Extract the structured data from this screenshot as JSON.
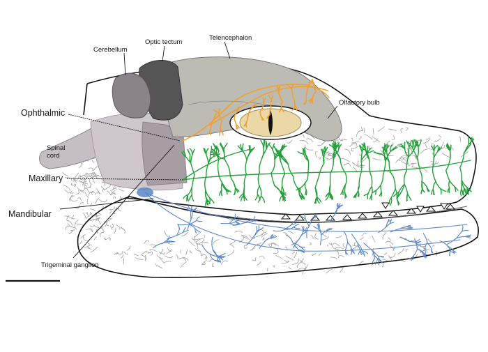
{
  "labels": {
    "cerebellum": "Cerebellum",
    "optic_tectum": "Optic tectum",
    "telencephalon": "Telencephalon",
    "olfactory_bulb": "Olfactory bulb",
    "ophthalmic": "Ophthalmic",
    "spinal_cord": "Spinal cord",
    "maxillary": "Maxillary",
    "mandibular": "Mandibular",
    "trigeminal_ganglion": "Trigeminal ganglion"
  },
  "colors": {
    "ophthalmic_branch": "#f0a030",
    "maxillary_branch": "#22a03a",
    "mandibular_branch": "#5b86c9",
    "brain_light": "#bcbcb4",
    "brain_mid": "#8a8388",
    "brain_dark": "#555555",
    "ganglion": "#a79ea4",
    "eye_iris": "#ead9a6",
    "outline": "#111111",
    "scale_bar": "#111111"
  }
}
